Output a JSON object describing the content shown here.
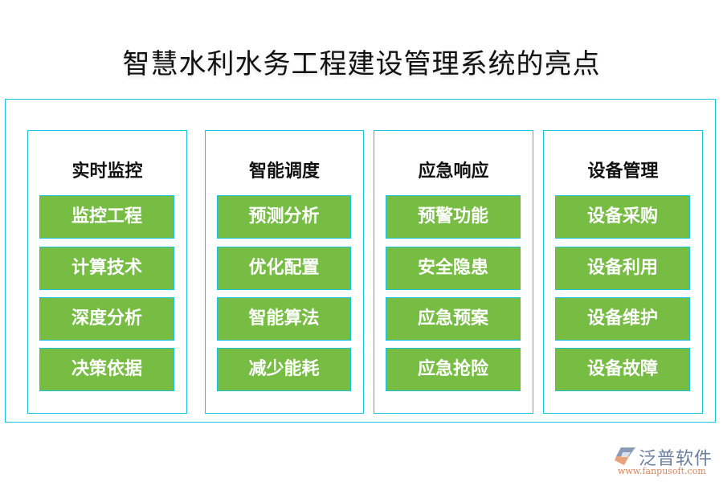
{
  "title": "智慧水利水务工程建设管理系统的亮点",
  "colors": {
    "border": "#19c3e6",
    "item_fill": "#77bc43",
    "item_text": "#ffffff",
    "heading_text": "#111111"
  },
  "columns": [
    {
      "heading": "实时监控",
      "items": [
        "监控工程",
        "计算技术",
        "深度分析",
        "决策依据"
      ]
    },
    {
      "heading": "智能调度",
      "items": [
        "预测分析",
        "优化配置",
        "智能算法",
        "减少能耗"
      ]
    },
    {
      "heading": "应急响应",
      "items": [
        "预警功能",
        "安全隐患",
        "应急预案",
        "应急抢险"
      ]
    },
    {
      "heading": "设备管理",
      "items": [
        "设备采购",
        "设备利用",
        "设备维护",
        "设备故障"
      ]
    }
  ],
  "logo": {
    "name": "泛普软件",
    "url": "www.fanpusoft.com"
  }
}
